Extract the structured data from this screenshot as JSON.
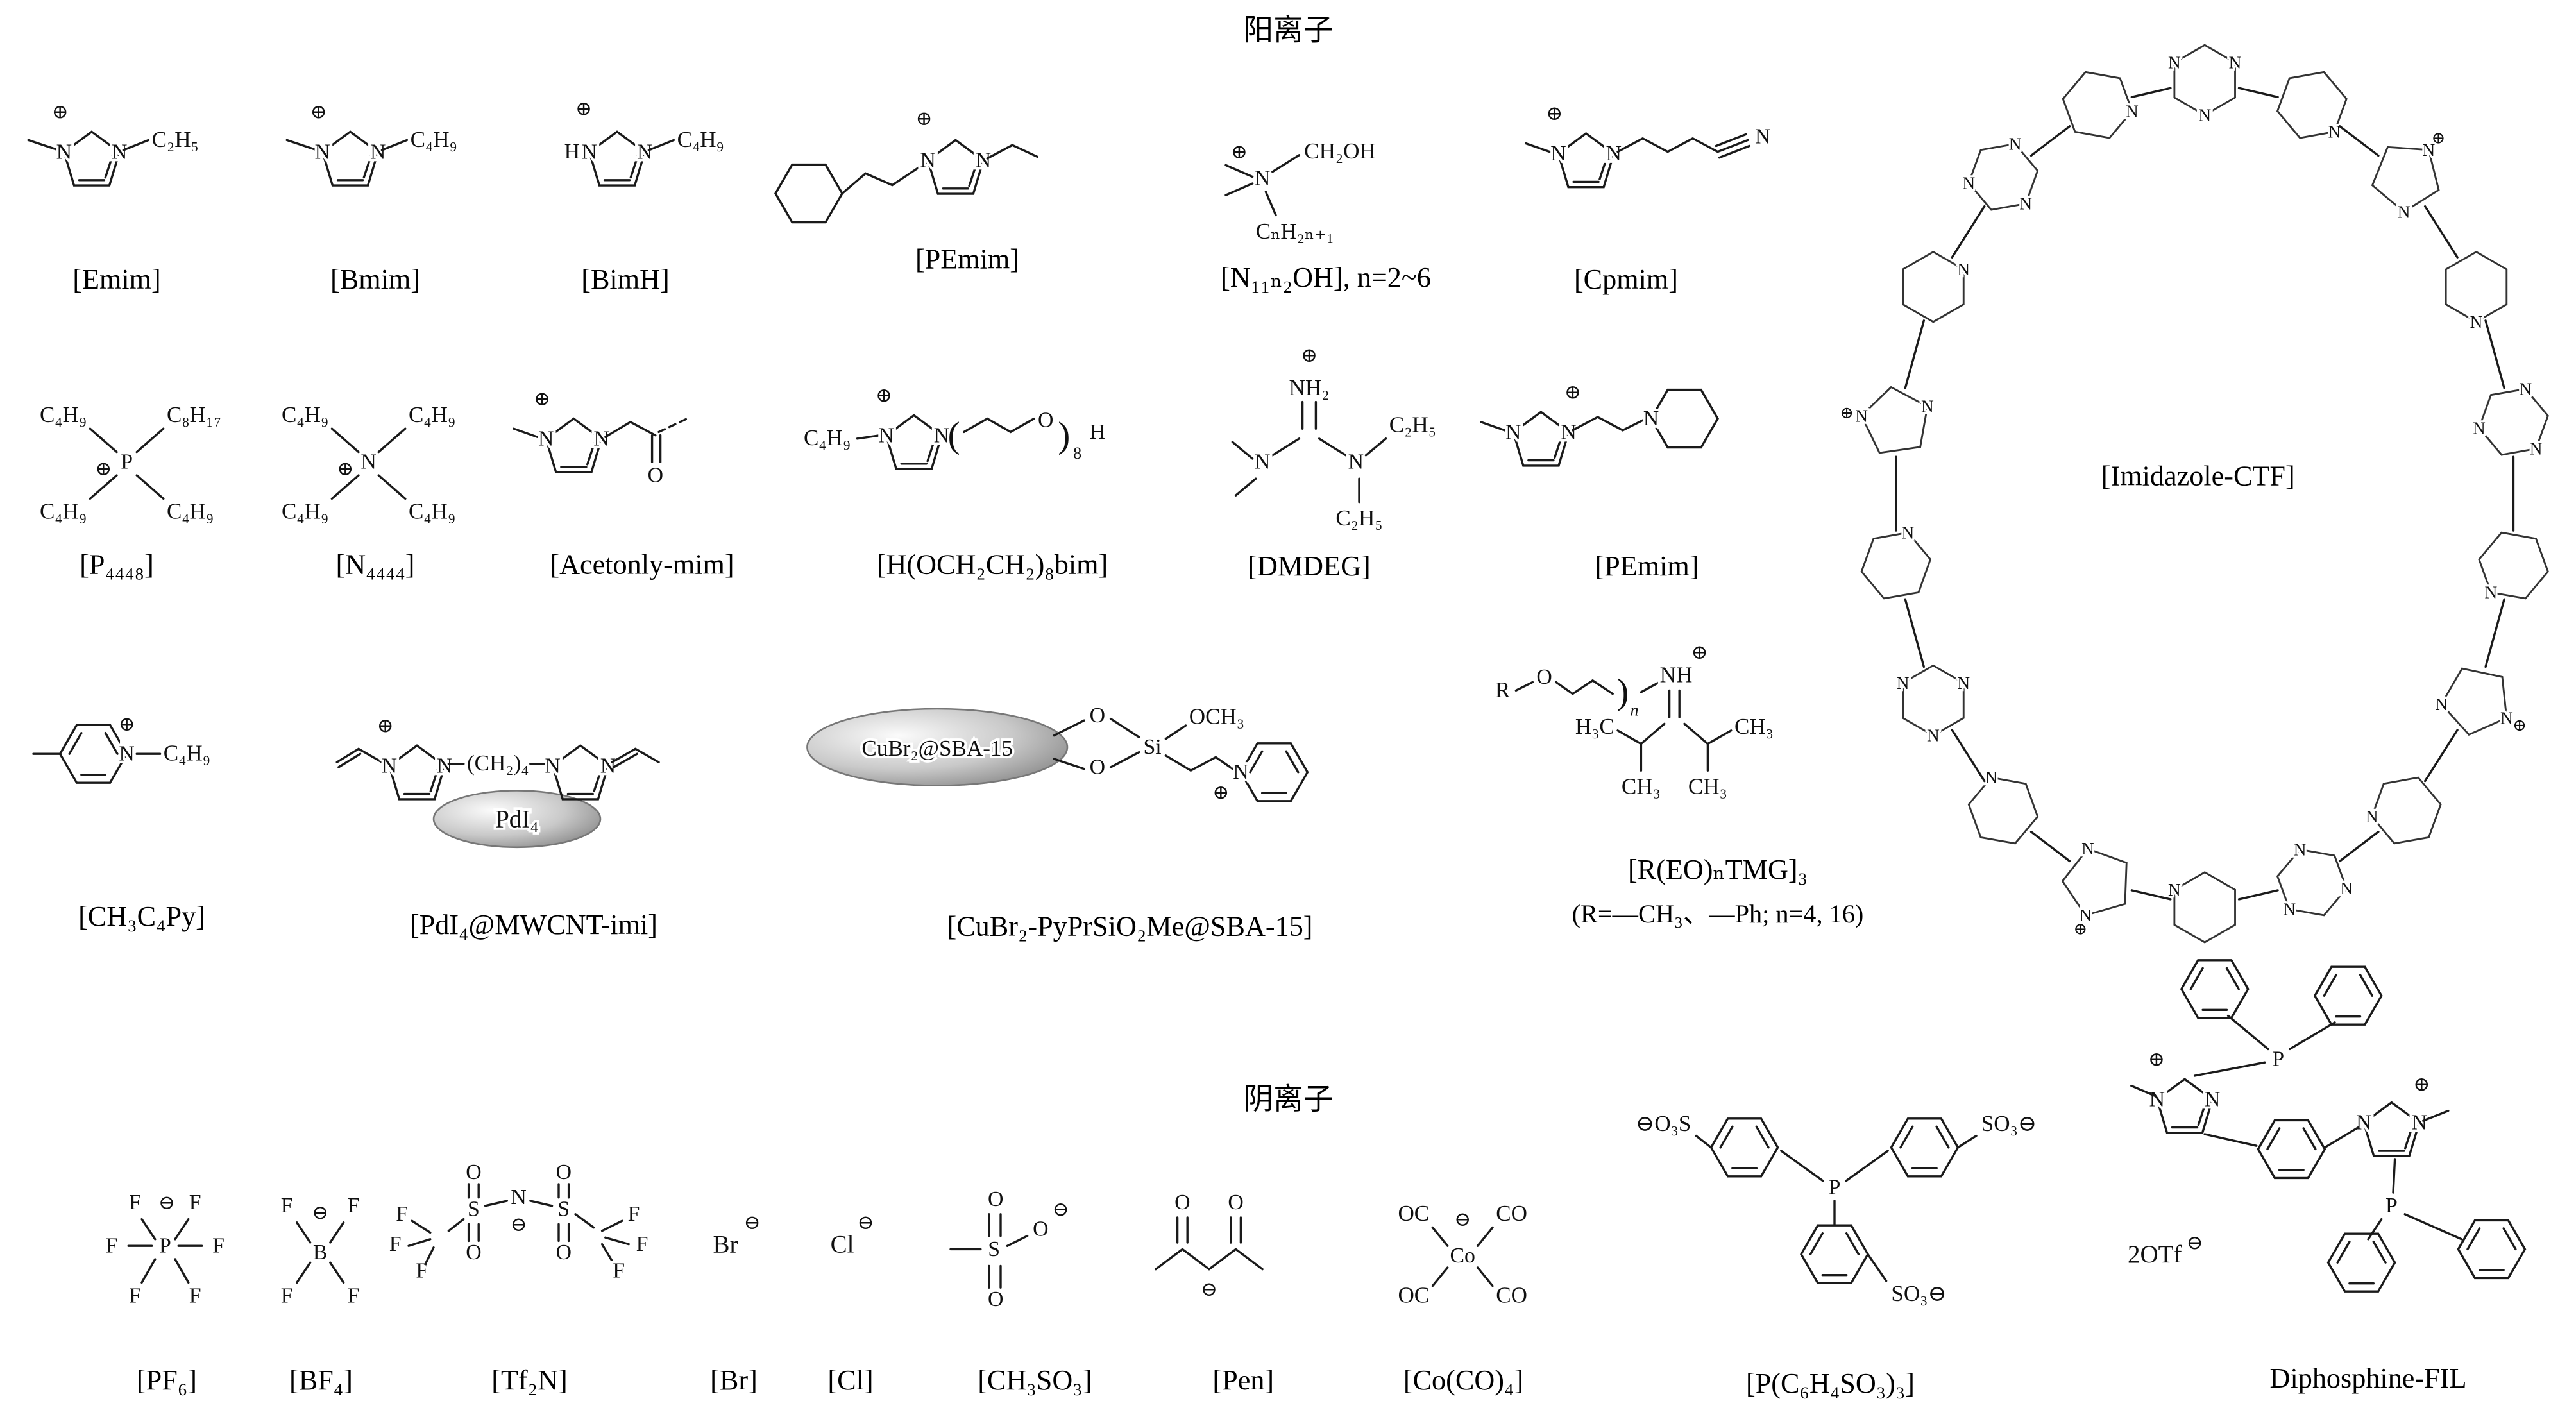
{
  "figure": {
    "cations_title": "阳离子",
    "anions_title": "阴离子"
  },
  "charges": {
    "plus": "⊕",
    "minus": "⊖"
  },
  "atoms": {
    "N": "N",
    "O": "O",
    "P": "P",
    "S": "S",
    "F": "F",
    "B": "B",
    "H": "H",
    "Si": "Si",
    "Br": "Br",
    "Cl": "Cl",
    "Co": "Co"
  },
  "frags": {
    "c2h5": "C₂H₅",
    "c4h9": "C₄H₉",
    "c8h17": "C₈H₁₇",
    "ch2oh": "CH₂OH",
    "cnh2n1": "CₙH₂ₙ₊₁",
    "ch3": "CH₃",
    "h3c": "H₃C",
    "nh2": "NH₂",
    "nh": "NH",
    "och3": "OCH₃",
    "oc": "OC",
    "co": "CO",
    "ch2_4": "(CH₂)₄",
    "pdi4": "PdI₄",
    "sba": "CuBr₂@SBA-15",
    "so3_left": "⊖O₃S",
    "so3_right": "SO₃⊖",
    "so3_bottom": "SO₃⊖",
    "sub8": "8",
    "subn": "n",
    "r": "R",
    "otf": "2OTf"
  },
  "compounds": {
    "emim": {
      "label": "[Emim]"
    },
    "bmim": {
      "label": "[Bmim]"
    },
    "bimh": {
      "label": "[BimH]"
    },
    "pemim_cyclohexyl": {
      "label": "[PEmim]"
    },
    "n11n2oh": {
      "label": "[N₁₁ₙ₂OH], n=2~6"
    },
    "cpmim": {
      "label": "[Cpmim]"
    },
    "imidazole_ctf": {
      "label": "[Imidazole-CTF]"
    },
    "p4448": {
      "label": "[P₄₄₄₈]"
    },
    "n4444": {
      "label": "[N₄₄₄₄]"
    },
    "acetonly_mim": {
      "label": "[Acetonly-mim]"
    },
    "h_och2ch2_8_bim": {
      "label": "[H(OCH₂CH₂)₈bim]"
    },
    "dmdeg": {
      "label": "[DMDEG]"
    },
    "pemim_piperidine": {
      "label": "[PEmim]"
    },
    "ch3c4py": {
      "label": "[CH₃C₄Py]"
    },
    "pdi4_mwcnt": {
      "label": "[PdI₄@MWCNT-imi]"
    },
    "cubr2_sba15": {
      "label": "[CuBr₂-PyPrSiO₂Me@SBA-15]"
    },
    "rtmg": {
      "label": "[R(EO)ₙTMG]₃",
      "sublabel": "(R=—CH₃、—Ph; n=4, 16)"
    },
    "pf6": {
      "label": "[PF₆]"
    },
    "bf4": {
      "label": "[BF₄]"
    },
    "tf2n": {
      "label": "[Tf₂N]"
    },
    "br": {
      "label": "[Br]"
    },
    "cl": {
      "label": "[Cl]"
    },
    "ch3so3": {
      "label": "[CH₃SO₃]"
    },
    "pen": {
      "label": "[Pen]"
    },
    "coco4": {
      "label": "[Co(CO)₄]"
    },
    "pc6h4so33": {
      "label": "[P(C₆H₄SO₃)₃]"
    },
    "diphosphine": {
      "label": "Diphosphine-FIL",
      "counterion": "2OTf"
    }
  }
}
